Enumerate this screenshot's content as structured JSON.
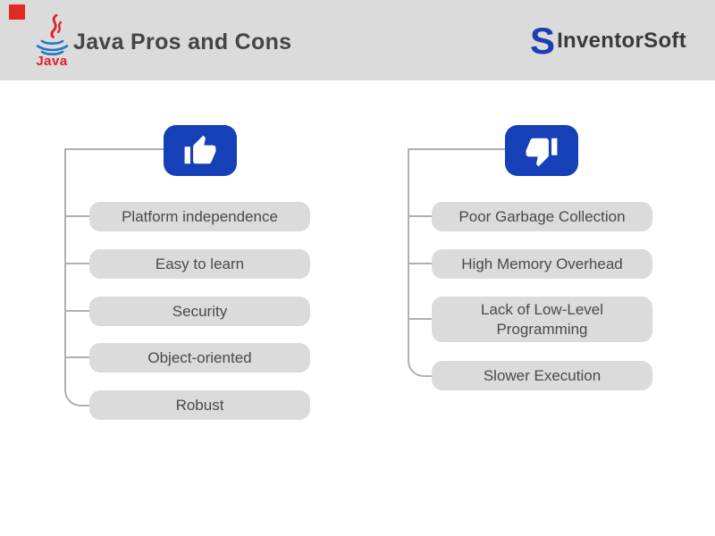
{
  "header": {
    "title": "Java Pros and Cons",
    "java_logo_label": "Java",
    "brand": {
      "letter": "S",
      "name": "InventorSoft"
    }
  },
  "pros": {
    "icon": "thumbs-up-icon",
    "items": [
      "Platform independence",
      "Easy to learn",
      "Security",
      "Object-oriented",
      "Robust"
    ]
  },
  "cons": {
    "icon": "thumbs-down-icon",
    "items": [
      "Poor Garbage Collection",
      "High Memory Overhead",
      "Lack of Low-Level Programming",
      "Slower Execution"
    ]
  },
  "colors": {
    "header_gray": "#dbdbdb",
    "pill_gray": "#dbdbdb",
    "accent_red": "#e02b20",
    "java_red": "#e11f26",
    "java_blue": "#1e78c8",
    "badge_blue": "#1540b8",
    "brand_blue": "#1b3eb5",
    "line_gray": "#b0b0b0",
    "text_dark": "#4a4a4a"
  }
}
